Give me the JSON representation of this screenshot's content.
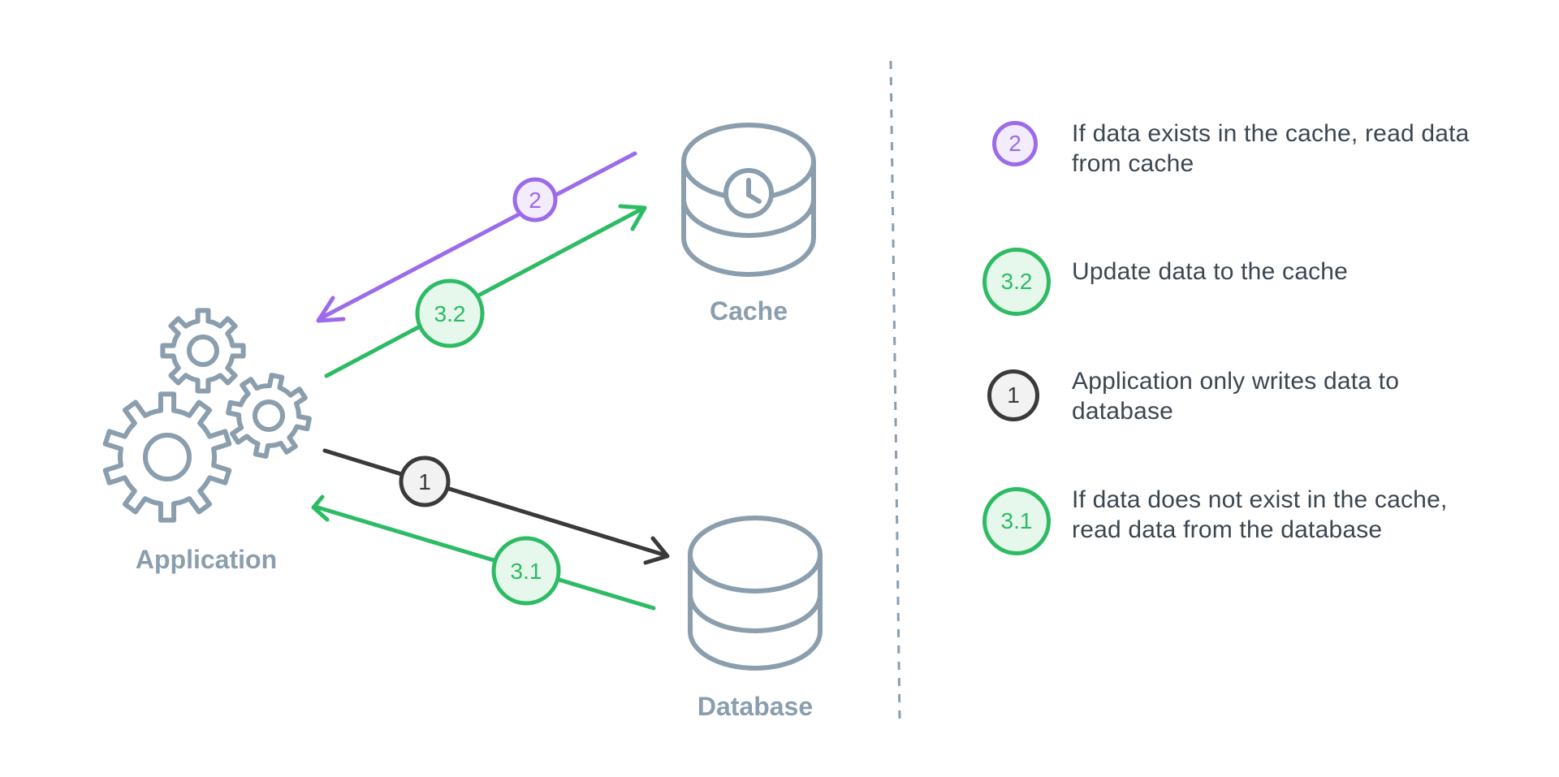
{
  "nodes": {
    "application": "Application",
    "cache": "Cache",
    "database": "Database"
  },
  "steps": [
    {
      "label": "2",
      "color": "#9b6bea",
      "fill": "#f3ecfd",
      "text": "If data exists in the cache, read data from cache"
    },
    {
      "label": "3.2",
      "color": "#2dbb64",
      "fill": "#e6f8ec",
      "text": "Update data to the cache"
    },
    {
      "label": "1",
      "color": "#3a3a3a",
      "fill": "#f2f2f2",
      "text": "Application only writes data to database"
    },
    {
      "label": "3.1",
      "color": "#2dbb64",
      "fill": "#e6f8ec",
      "text": "If data does not exist in the cache, read data from the database"
    }
  ],
  "colors": {
    "icon_stroke": "#8a9eae",
    "divider": "#8a9eae",
    "legend_text": "#3c4650"
  }
}
